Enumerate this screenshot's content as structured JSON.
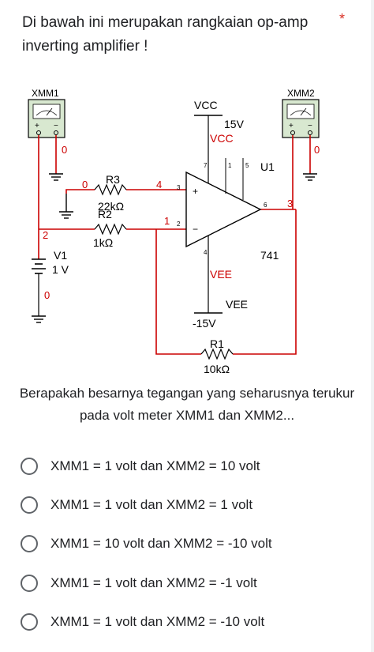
{
  "question": {
    "text": "Di bawah ini merupakan rangkaian op-amp inverting amplifier !",
    "required_mark": "*"
  },
  "circuit": {
    "xmm1_label": "XMM1",
    "xmm2_label": "XMM2",
    "meter_symbol": "≈",
    "node0_a": "0",
    "node0_b": "0",
    "node0_c": "0",
    "node0_d": "0",
    "node1": "1",
    "node2": "2",
    "node3": "3",
    "node4": "4",
    "pin7": "7",
    "pin1": "1",
    "pin5": "5",
    "pin3": "3",
    "pin2": "2",
    "pin4": "4",
    "pin6": "6",
    "plus": "+",
    "minus": "−",
    "vcc_top": "VCC",
    "vcc_value": "15V",
    "vcc_label": "VCC",
    "u1": "U1",
    "opamp_model": "741",
    "vee_label": "VEE",
    "vee_bottom": "VEE",
    "vee_value": "-15V",
    "r3_name": "R3",
    "r3_value": "22kΩ",
    "r2_name": "R2",
    "r2_value": "1kΩ",
    "r1_name": "R1",
    "r1_value": "10kΩ",
    "v1_name": "V1",
    "v1_value": "1 V"
  },
  "prompt": "Berapakah besarnya tegangan yang seharusnya terukur pada volt meter XMM1 dan XMM2...",
  "options": [
    {
      "label": "XMM1 = 1 volt dan XMM2 = 10 volt"
    },
    {
      "label": "XMM1 = 1 volt dan XMM2 = 1 volt"
    },
    {
      "label": "XMM1 = 10 volt dan XMM2 = -10 volt"
    },
    {
      "label": "XMM1 = 1 volt dan XMM2 = -1 volt"
    },
    {
      "label": "XMM1 = 1 volt dan XMM2 = -10 volt"
    }
  ],
  "colors": {
    "wire": "#cc0000",
    "component": "#000000",
    "meter_bg": "#d8e8d0",
    "text": "#202124",
    "required": "#d93025",
    "radio_border": "#5f6368"
  }
}
